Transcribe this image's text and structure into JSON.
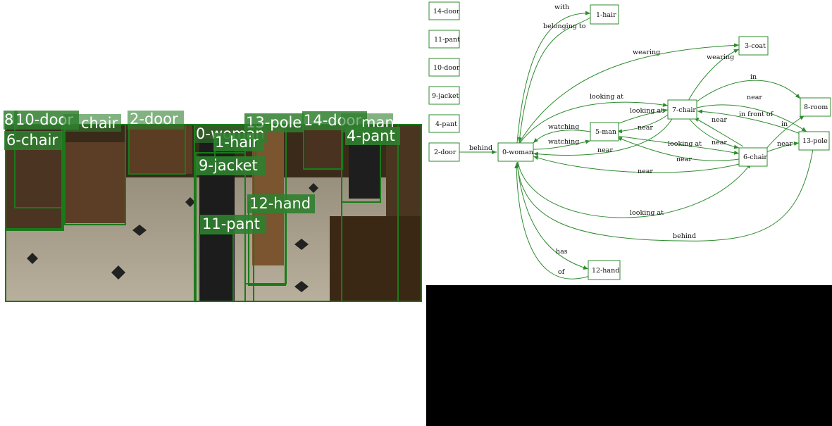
{
  "photo": {
    "boxes": [
      {
        "id": "8",
        "label": "8"
      },
      {
        "id": "10-door",
        "label": "10-door"
      },
      {
        "id": "chair",
        "label": "chair"
      },
      {
        "id": "2-door",
        "label": "2-door"
      },
      {
        "id": "13-pole",
        "label": "13-pole"
      },
      {
        "id": "14-door",
        "label": "14-door"
      },
      {
        "id": "man",
        "label": "man"
      },
      {
        "id": "6-chair",
        "label": "6-chair"
      },
      {
        "id": "0-woman",
        "label": "0-woman"
      },
      {
        "id": "1-hair",
        "label": "1-hair"
      },
      {
        "id": "4-pant",
        "label": "4-pant"
      },
      {
        "id": "9-jacket",
        "label": "9-jacket"
      },
      {
        "id": "12-hand",
        "label": "12-hand"
      },
      {
        "id": "11-pant",
        "label": "11-pant"
      }
    ]
  },
  "graph": {
    "nodes": [
      {
        "id": "14-door",
        "label": "14-door"
      },
      {
        "id": "11-pant",
        "label": "11-pant"
      },
      {
        "id": "10-door",
        "label": "10-door"
      },
      {
        "id": "9-jacket",
        "label": "9-jacket"
      },
      {
        "id": "4-pant",
        "label": "4-pant"
      },
      {
        "id": "2-door",
        "label": "2-door"
      },
      {
        "id": "0-woman",
        "label": "0-woman"
      },
      {
        "id": "1-hair",
        "label": "1-hair"
      },
      {
        "id": "3-coat",
        "label": "3-coat"
      },
      {
        "id": "7-chair",
        "label": "7-chair"
      },
      {
        "id": "5-man",
        "label": "5-man"
      },
      {
        "id": "8-room",
        "label": "8-room"
      },
      {
        "id": "6-chair",
        "label": "6-chair"
      },
      {
        "id": "13-pole",
        "label": "13-pole"
      },
      {
        "id": "12-hand",
        "label": "12-hand"
      }
    ],
    "edges": [
      {
        "from": "0-woman",
        "to": "1-hair",
        "label": "with"
      },
      {
        "from": "1-hair",
        "to": "0-woman",
        "label": "belonging to"
      },
      {
        "from": "0-woman",
        "to": "3-coat",
        "label": "wearing"
      },
      {
        "from": "7-chair",
        "to": "3-coat",
        "label": "wearing"
      },
      {
        "from": "7-chair",
        "to": "8-room",
        "label": "in"
      },
      {
        "from": "0-woman",
        "to": "7-chair",
        "label": "looking at"
      },
      {
        "from": "5-man",
        "to": "7-chair",
        "label": "looking at"
      },
      {
        "from": "7-chair",
        "to": "13-pole",
        "label": "near"
      },
      {
        "from": "13-pole",
        "to": "7-chair",
        "label": "in front of"
      },
      {
        "from": "5-man",
        "to": "0-woman",
        "label": "watching"
      },
      {
        "from": "0-woman",
        "to": "5-man",
        "label": "watching"
      },
      {
        "from": "7-chair",
        "to": "5-man",
        "label": "near"
      },
      {
        "from": "7-chair",
        "to": "0-woman",
        "label": "near"
      },
      {
        "from": "7-chair",
        "to": "6-chair",
        "label": "near"
      },
      {
        "from": "6-chair",
        "to": "7-chair",
        "label": "near"
      },
      {
        "from": "5-man",
        "to": "6-chair",
        "label": "looking at"
      },
      {
        "from": "6-chair",
        "to": "5-man",
        "label": "near"
      },
      {
        "from": "6-chair",
        "to": "0-woman",
        "label": "near"
      },
      {
        "from": "6-chair",
        "to": "8-room",
        "label": "in"
      },
      {
        "from": "6-chair",
        "to": "13-pole",
        "label": "near"
      },
      {
        "from": "2-door",
        "to": "0-woman",
        "label": "behind"
      },
      {
        "from": "0-woman",
        "to": "6-chair",
        "label": "looking at"
      },
      {
        "from": "13-pole",
        "to": "0-woman",
        "label": "behind"
      },
      {
        "from": "0-woman",
        "to": "12-hand",
        "label": "has"
      },
      {
        "from": "12-hand",
        "to": "0-woman",
        "label": "of"
      }
    ]
  },
  "colors": {
    "box_stroke": "#1a7a1a",
    "label_bg": "#2f7f2f",
    "graph_green": "#2e8b2e",
    "black_panel": "#000000"
  }
}
